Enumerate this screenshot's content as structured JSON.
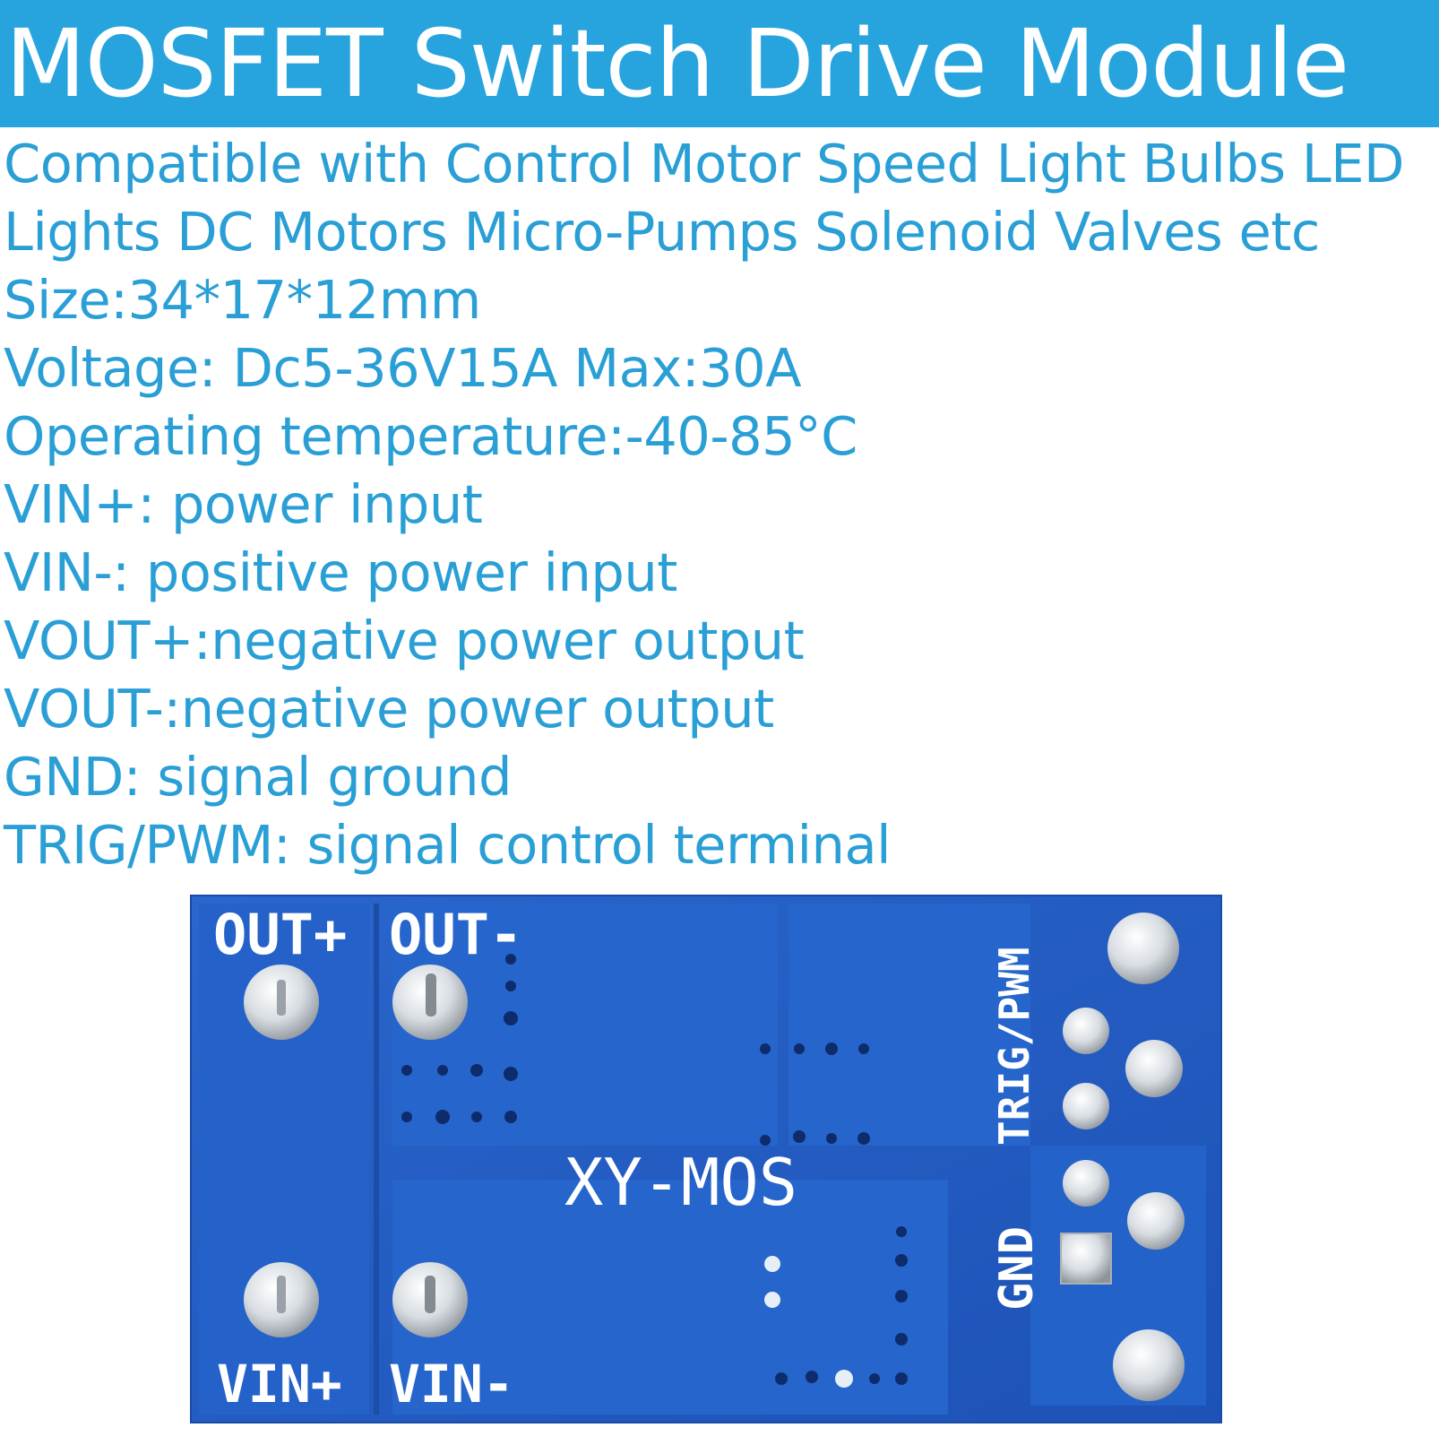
{
  "banner": {
    "title": "MOSFET Switch Drive Module"
  },
  "specs": [
    "Compatible with Control Motor Speed Light Bulbs LED",
    "Lights DC Motors Micro-Pumps Solenoid Valves etc",
    "Size:34*17*12mm",
    "Voltage: Dc5-36V15A Max:30A",
    "Operating temperature:-40-85°C",
    "VIN+: power input",
    "VIN-: positive power input",
    "VOUT+:negative power output",
    "VOUT-:negative power output",
    "GND: signal ground",
    "TRIG/PWM: signal control terminal"
  ],
  "board": {
    "out_plus": "OUT+",
    "out_minus": "OUT-",
    "vin_plus": "VIN+",
    "vin_minus": "VIN-",
    "model": "XY-MOS",
    "trig_pwm": "TRIG/PWM",
    "gnd": "GND"
  },
  "colors": {
    "banner": "#27a4de",
    "spec_text": "#2a9fd6",
    "pcb": "#1f5fc4"
  }
}
